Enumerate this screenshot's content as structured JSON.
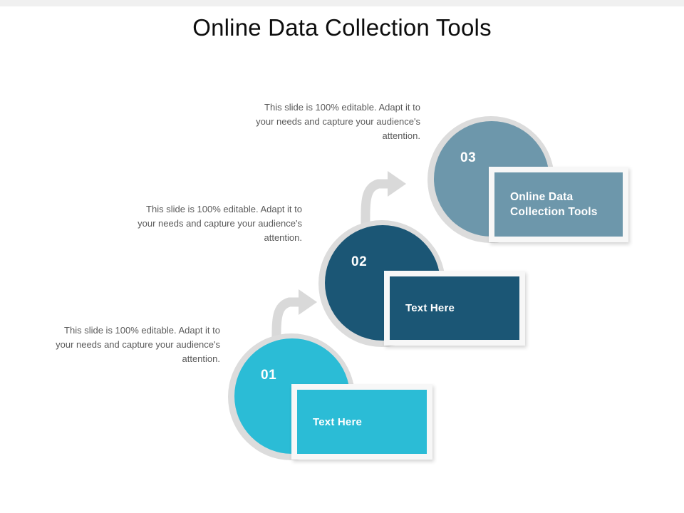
{
  "slide": {
    "title": "Online Data Collection Tools",
    "background": "#ffffff",
    "top_strip_color": "#f0f0f0"
  },
  "palette": {
    "step_01": "#2bbcd6",
    "step_02": "#1b5675",
    "step_03": "#6d97ab",
    "ring": "#dcdcdc",
    "card_frame": "#f7f7f7",
    "arrow": "#d9d9d9",
    "body_text": "#5a5a5a",
    "title_text": "#0d0d0d"
  },
  "steps": [
    {
      "number": "01",
      "card_label": "Text Here",
      "description": "This slide is 100% editable. Adapt it to your needs and capture your audience's attention.",
      "color": "#2bbcd6"
    },
    {
      "number": "02",
      "card_label": "Text Here",
      "description": "This slide is 100% editable. Adapt it to your needs and capture your audience's attention.",
      "color": "#1b5675"
    },
    {
      "number": "03",
      "card_label": "Online Data Collection Tools",
      "description": "This slide is 100% editable. Adapt it to your needs and capture your audience's attention.",
      "color": "#6d97ab"
    }
  ],
  "arrows": [
    {
      "name": "arrow-step-01-to-02",
      "icon": "curved-arrow-up-right-icon"
    },
    {
      "name": "arrow-step-02-to-03",
      "icon": "curved-arrow-up-right-icon"
    }
  ]
}
